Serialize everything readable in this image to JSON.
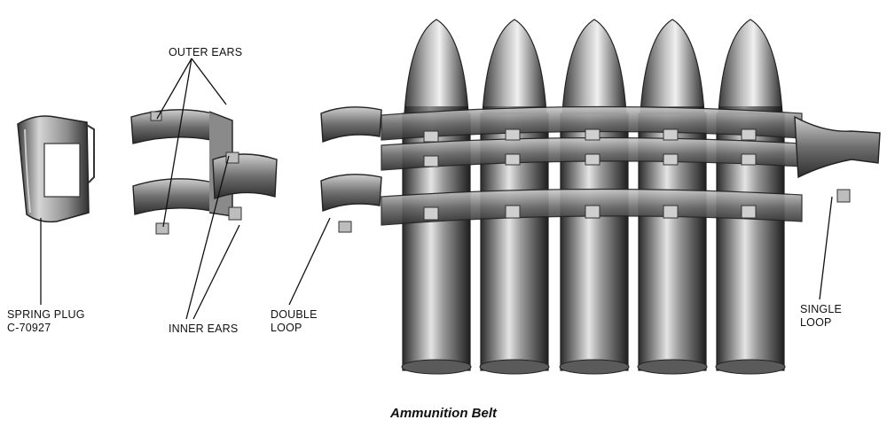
{
  "labels": {
    "outer_ears": "OUTER EARS",
    "spring_plug": [
      "SPRING PLUG",
      "C-70927"
    ],
    "inner_ears": "INNER EARS",
    "double_loop": [
      "DOUBLE",
      "LOOP"
    ],
    "single_loop": [
      "SINGLE",
      "LOOP"
    ]
  },
  "caption": "Ammunition Belt",
  "icons": [
    "spring-plug-icon",
    "belt-link-icon",
    "cartridge-icon"
  ],
  "colors": {
    "background": "#ffffff",
    "ink": "#111111",
    "metal_dark": "#3a3a3a",
    "metal_light": "#d8d8d8"
  }
}
